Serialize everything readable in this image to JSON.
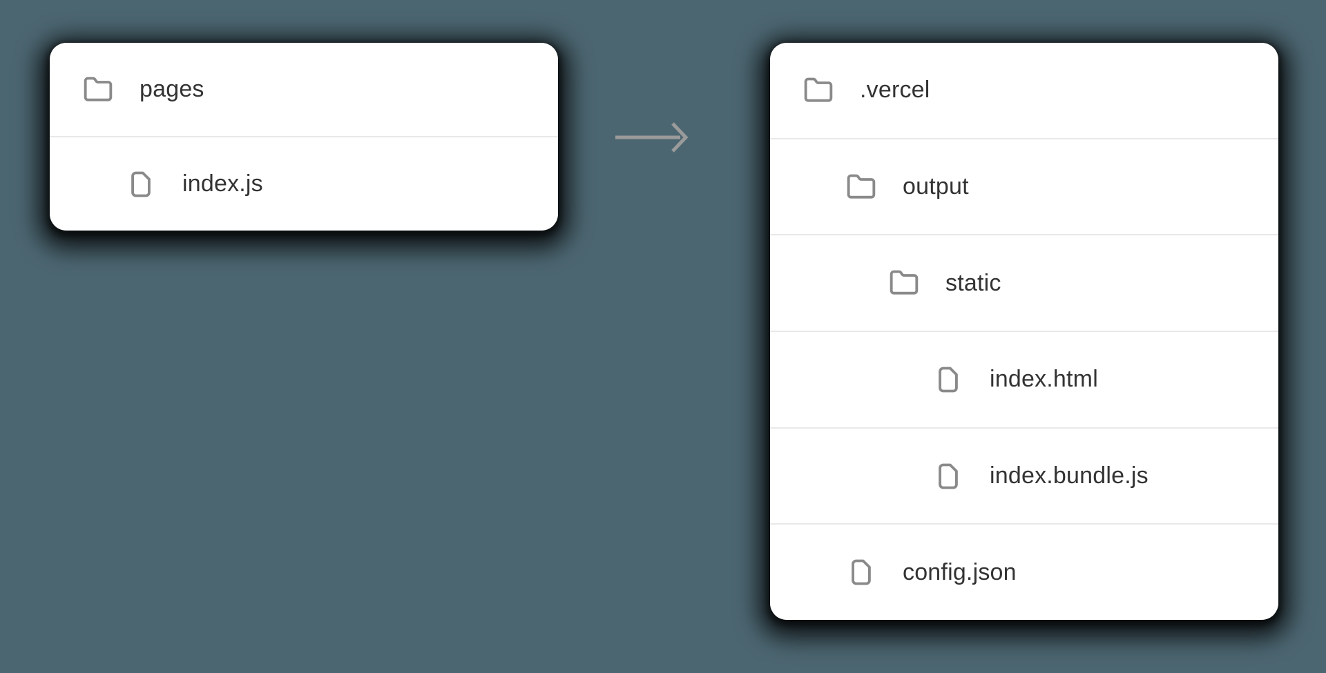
{
  "canvas": {
    "background_color": "#4c6671"
  },
  "left_card": {
    "description": "source file tree",
    "rows": [
      {
        "label": "pages",
        "icon": "folder-icon",
        "indent_level": 0
      },
      {
        "label": "index.js",
        "icon": "file-icon",
        "indent_level": 1
      }
    ]
  },
  "arrow": {
    "icon": "arrow-right-icon",
    "direction": "right",
    "color": "#9b9b9b"
  },
  "right_card": {
    "description": "build output file tree",
    "rows": [
      {
        "label": ".vercel",
        "icon": "folder-icon",
        "indent_level": 0
      },
      {
        "label": "output",
        "icon": "folder-icon",
        "indent_level": 1
      },
      {
        "label": "static",
        "icon": "folder-icon",
        "indent_level": 2
      },
      {
        "label": "index.html",
        "icon": "file-icon",
        "indent_level": 3
      },
      {
        "label": "index.bundle.js",
        "icon": "file-icon",
        "indent_level": 3
      },
      {
        "label": "config.json",
        "icon": "file-icon",
        "indent_level": 1
      }
    ]
  },
  "colors": {
    "background": "#4c6671",
    "card_background": "#ffffff",
    "divider": "#e8e8e8",
    "text": "#333333",
    "icon_stroke": "#8a8a8a",
    "arrow": "#9b9b9b"
  }
}
